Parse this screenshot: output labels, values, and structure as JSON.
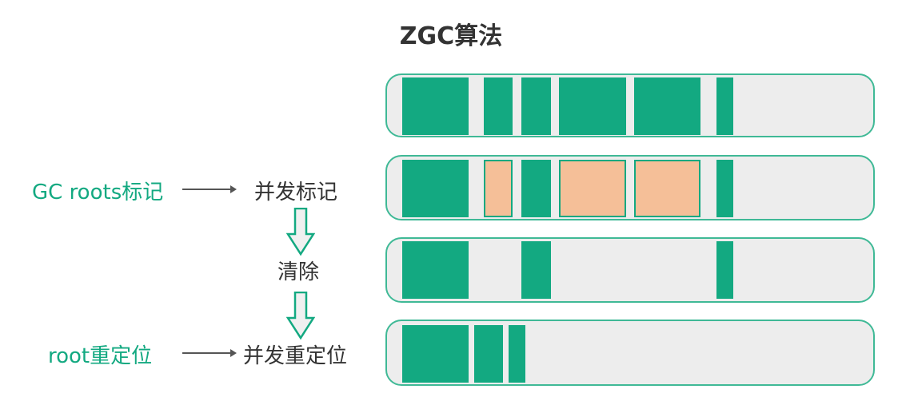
{
  "title": "ZGC算法",
  "steps": {
    "concurrent_mark": "并发标记",
    "sweep": "清除",
    "concurrent_relocate": "并发重定位"
  },
  "side_labels": {
    "gc_roots_mark": "GC roots标记",
    "root_relocate": "root重定位"
  },
  "colors": {
    "live": "#13a981",
    "marked": "#f5bf98",
    "heap_bg": "#ededed"
  }
}
